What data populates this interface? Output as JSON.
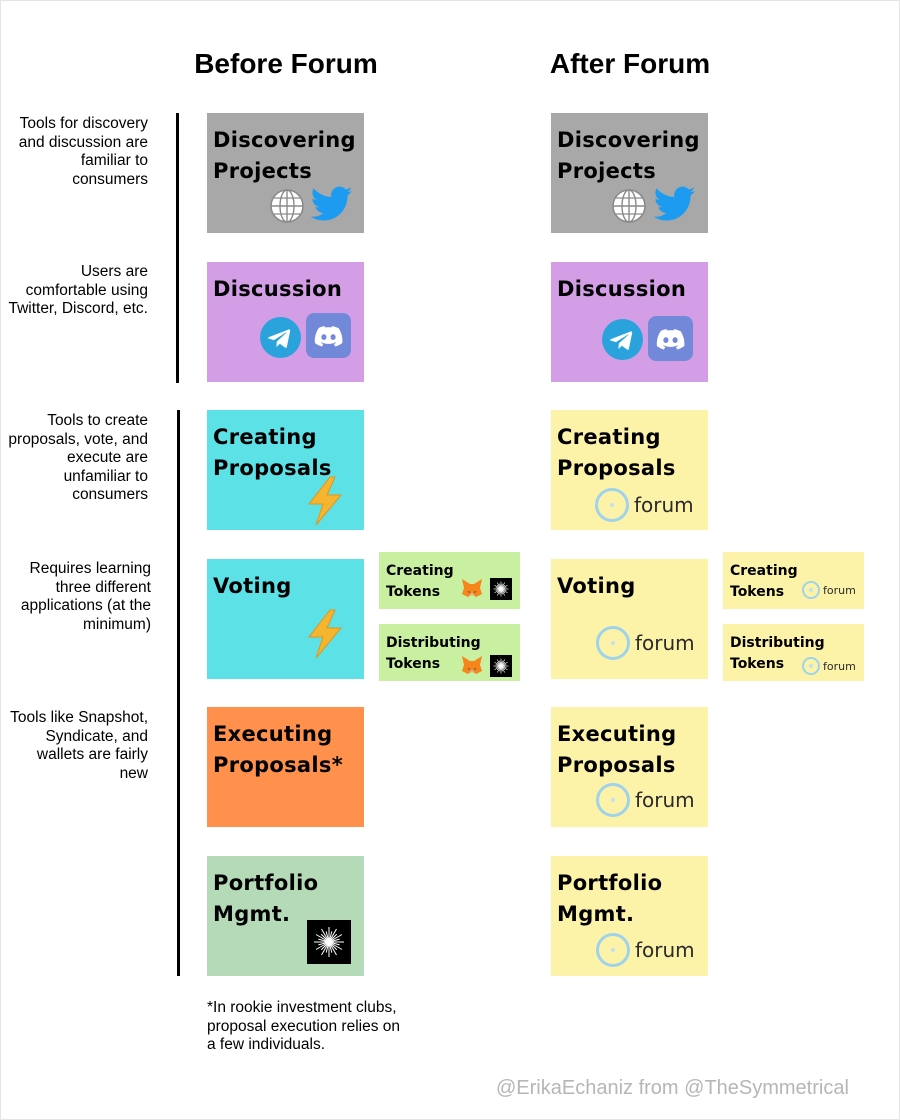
{
  "headers": {
    "before": "Before Forum",
    "after": "After Forum"
  },
  "notes": [
    "Tools for discovery and discussion are familiar to consumers",
    "Users are comfortable using Twitter, Discord, etc.",
    "Tools to create proposals, vote, and execute are unfamiliar to consumers",
    "Requires learning three different applications (at the minimum)",
    "Tools like Snapshot, Syndicate, and wallets are fairly new"
  ],
  "before": {
    "discovering": "Discovering Projects",
    "discussion": "Discussion",
    "creating": "Creating Proposals",
    "voting": "Voting",
    "executing": "Executing Proposals*",
    "portfolio": "Portfolio Mgmt.",
    "creating_tokens": "Creating Tokens",
    "distributing_tokens": "Distributing Tokens"
  },
  "after": {
    "discovering": "Discovering Projects",
    "discussion": "Discussion",
    "creating": "Creating Proposals",
    "voting": "Voting",
    "executing": "Executing Proposals",
    "portfolio": "Portfolio Mgmt.",
    "creating_tokens": "Creating Tokens",
    "distributing_tokens": "Distributing Tokens"
  },
  "forum_word": "forum",
  "footnote": "*In rookie investment clubs, proposal execution relies on a few individuals.",
  "credit": "@ErikaEchaniz from @TheSymmetrical",
  "colors": {
    "gray": "#a8a8a8",
    "purple": "#d39ee6",
    "cyan": "#5ce1e6",
    "orange": "#ff914d",
    "green": "#b5dab8",
    "lime": "#c9f0a0",
    "yellow": "#fcf3a8",
    "twitter": "#1d9bf0",
    "telegram": "#2aa3dd",
    "discord": "#7289da",
    "lightning": "#f5b52e"
  },
  "icons": [
    "globe-icon",
    "twitter-icon",
    "telegram-icon",
    "discord-icon",
    "lightning-icon",
    "metamask-icon",
    "syndicate-icon",
    "forum-logo"
  ]
}
